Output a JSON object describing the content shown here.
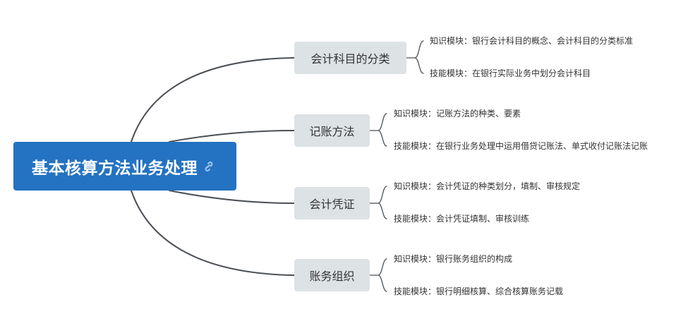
{
  "root": {
    "title": "基本核算方法业务处理",
    "icon": "link-icon"
  },
  "branches": [
    {
      "label": "会计科目的分类",
      "leaves": [
        "知识模块：银行会计科目的概念、会计科目的分类标准",
        "技能模块：在银行实际业务中划分会计科目"
      ]
    },
    {
      "label": "记账方法",
      "leaves": [
        "知识模块：记账方法的种类、要素",
        "技能模块：在银行业务处理中运用借贷记账法、单式收付记账法记账"
      ]
    },
    {
      "label": "会计凭证",
      "leaves": [
        "知识模块：会计凭证的种类划分，填制、审核规定",
        "技能模块：会计凭证填制、审核训练"
      ]
    },
    {
      "label": "账务组织",
      "leaves": [
        "知识模块：银行账务组织的构成",
        "技能模块：银行明细核算、综合核算账务记载"
      ]
    }
  ],
  "colors": {
    "root_bg": "#2472c2",
    "branch_bg": "#dde2e5",
    "line": "#4a4f55"
  }
}
